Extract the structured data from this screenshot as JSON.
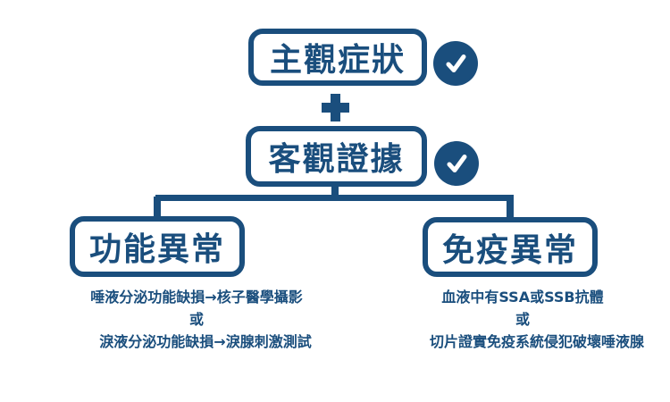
{
  "colors": {
    "primary": "#1A4E7D",
    "background": "#FFFFFF"
  },
  "flowchart": {
    "top_node": {
      "label": "主觀症狀",
      "checked": true,
      "check_icon": "✔"
    },
    "operator": "+",
    "middle_node": {
      "label": "客觀證據",
      "checked": true,
      "check_icon": "✔"
    },
    "branches": {
      "left": {
        "label": "功能異常",
        "notes": [
          "唾液分泌功能缺損→核子醫學攝影",
          "或",
          "淚液分泌功能缺損→淚腺刺激測試"
        ]
      },
      "right": {
        "label": "免疫異常",
        "notes": [
          "血液中有SSA或SSB抗體",
          "或",
          "切片證實免疫系統侵犯破壞唾液腺"
        ]
      }
    }
  }
}
